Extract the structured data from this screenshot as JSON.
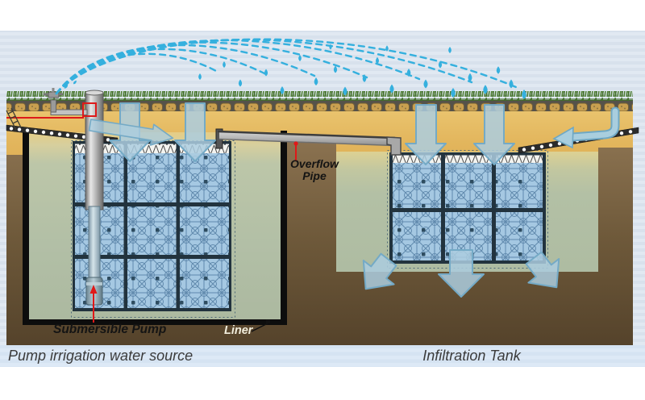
{
  "diagram": {
    "labels": {
      "overflow_line1": "Overflow",
      "overflow_line2": "Pipe",
      "submersible_pump": "Submersible Pump",
      "liner": "Liner"
    },
    "captions": {
      "left": "Pump irrigation water source",
      "right": "Infiltration Tank"
    },
    "colors": {
      "sky": "#dbe3ee",
      "sky_stripe": "#e1e9f2",
      "sand": "#e0b25c",
      "soil_brown": "#76613f",
      "soil_dark": "#55432b",
      "tank_water": "#b5c2ab",
      "crate_fill": "#a5c8e2",
      "crate_line": "#6089ad",
      "crate_frame": "#22333e",
      "arrow_fill": "#abcddf",
      "arrow_stroke": "#74aac6",
      "spray_blue": "#35b0de",
      "pointer_red": "#e01818",
      "grass_green": "#4c7c30",
      "pipe_gray": "#b5b5b5",
      "liner_black": "#0d0d0d"
    }
  }
}
